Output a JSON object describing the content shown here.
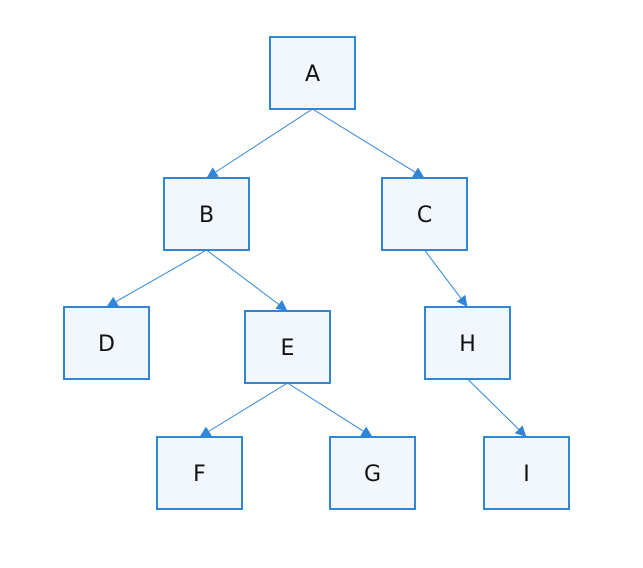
{
  "diagram": {
    "type": "tree",
    "colors": {
      "stroke": "#2f86d6",
      "node_fill": "#f1f7fd",
      "text": "#111111",
      "background": "#ffffff"
    },
    "nodes": [
      {
        "id": "A",
        "label": "A"
      },
      {
        "id": "B",
        "label": "B"
      },
      {
        "id": "C",
        "label": "C"
      },
      {
        "id": "D",
        "label": "D"
      },
      {
        "id": "E",
        "label": "E"
      },
      {
        "id": "H",
        "label": "H"
      },
      {
        "id": "F",
        "label": "F"
      },
      {
        "id": "G",
        "label": "G"
      },
      {
        "id": "I",
        "label": "I"
      }
    ],
    "edges": [
      {
        "from": "A",
        "to": "B"
      },
      {
        "from": "A",
        "to": "C"
      },
      {
        "from": "B",
        "to": "D"
      },
      {
        "from": "B",
        "to": "E"
      },
      {
        "from": "C",
        "to": "H"
      },
      {
        "from": "E",
        "to": "F"
      },
      {
        "from": "E",
        "to": "G"
      },
      {
        "from": "H",
        "to": "I"
      }
    ]
  }
}
